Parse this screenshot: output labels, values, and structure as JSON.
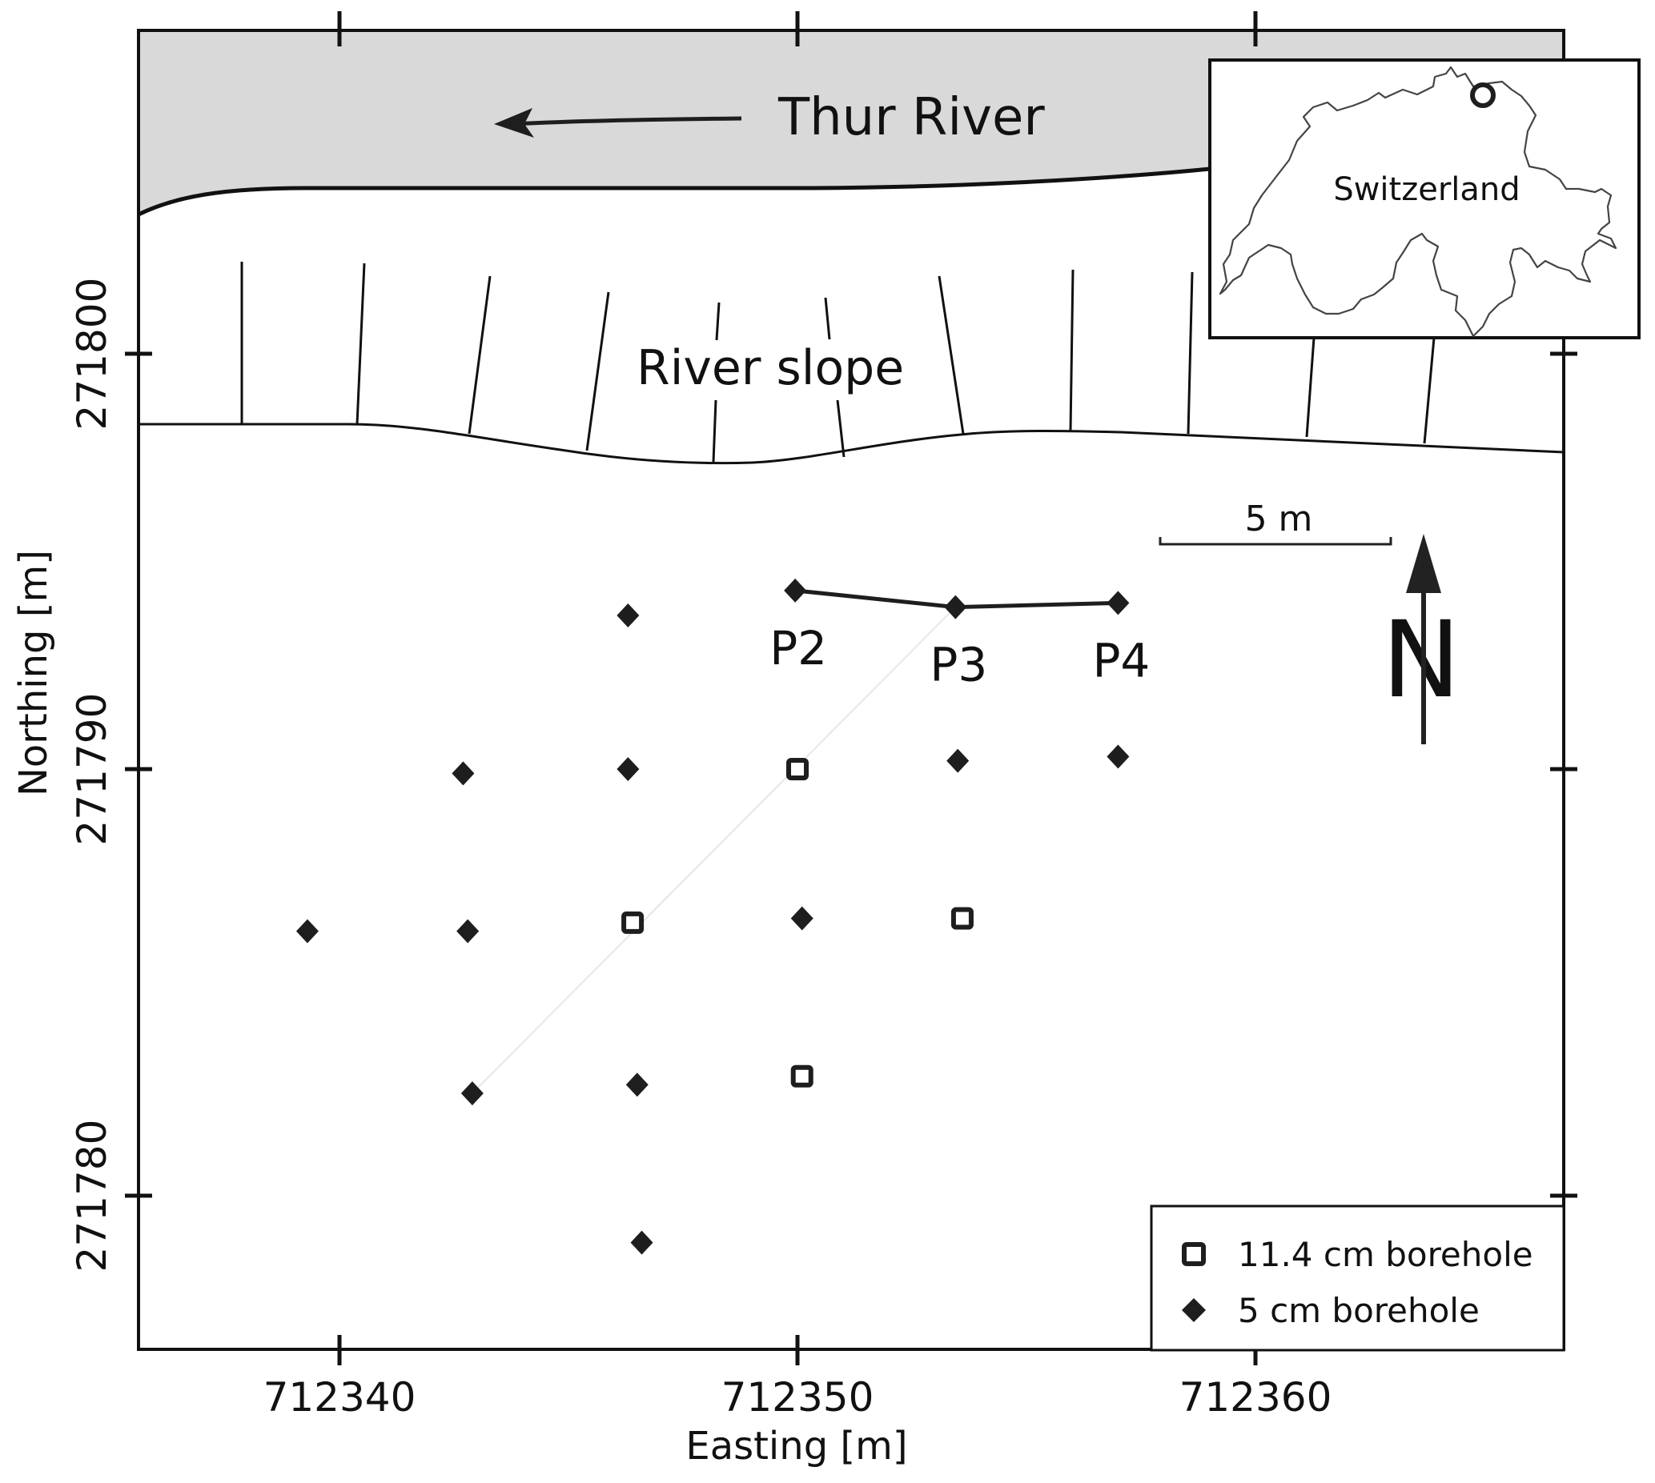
{
  "chart_data": {
    "type": "scatter",
    "title": "",
    "xlabel": "Easting [m]",
    "ylabel": "Northing [m]",
    "xlim": [
      712335.6,
      712366.7
    ],
    "ylim": [
      271776.3,
      271808.3
    ],
    "x_ticks": [
      712340,
      712350,
      712360
    ],
    "x_tick_labels": [
      "712340",
      "712350",
      "712360"
    ],
    "y_ticks": [
      271800,
      271790,
      271780
    ],
    "y_tick_labels": [
      "271800",
      "271790",
      "271780"
    ],
    "grid": false,
    "legend_position": "bottom-right",
    "series": [
      {
        "name": "11.4 cm borehole",
        "marker": "open-square",
        "points": [
          {
            "x": 712350.0,
            "y": 271790.0
          },
          {
            "x": 712346.4,
            "y": 271786.4
          },
          {
            "x": 712353.6,
            "y": 271786.5
          },
          {
            "x": 712350.1,
            "y": 271782.8
          }
        ]
      },
      {
        "name": "5 cm borehole",
        "marker": "filled-diamond",
        "points": [
          {
            "x": 712346.3,
            "y": 271793.7
          },
          {
            "x": 712349.95,
            "y": 271794.3,
            "label": "P2"
          },
          {
            "x": 712353.45,
            "y": 271793.9,
            "label": "P3"
          },
          {
            "x": 712357.0,
            "y": 271794.0,
            "label": "P4"
          },
          {
            "x": 712342.7,
            "y": 271789.9
          },
          {
            "x": 712346.3,
            "y": 271790.0
          },
          {
            "x": 712353.5,
            "y": 271790.2
          },
          {
            "x": 712357.0,
            "y": 271790.3
          },
          {
            "x": 712339.3,
            "y": 271786.2
          },
          {
            "x": 712342.8,
            "y": 271786.2
          },
          {
            "x": 712350.1,
            "y": 271786.5
          },
          {
            "x": 712342.9,
            "y": 271782.4
          },
          {
            "x": 712346.5,
            "y": 271782.6
          },
          {
            "x": 712346.6,
            "y": 271778.9
          }
        ]
      }
    ],
    "profile_line": [
      "P2",
      "P3",
      "P4"
    ],
    "annotations": {
      "river": "Thur River",
      "river_flow_direction": "west",
      "slope": "River slope",
      "scale_bar": "5 m",
      "scale_bar_length_m": 5,
      "north_arrow": "N",
      "inset_label": "Switzerland"
    }
  },
  "colors": {
    "river_fill": "#d9d9d9",
    "ink": "#1e1e1e",
    "background": "#ffffff"
  }
}
